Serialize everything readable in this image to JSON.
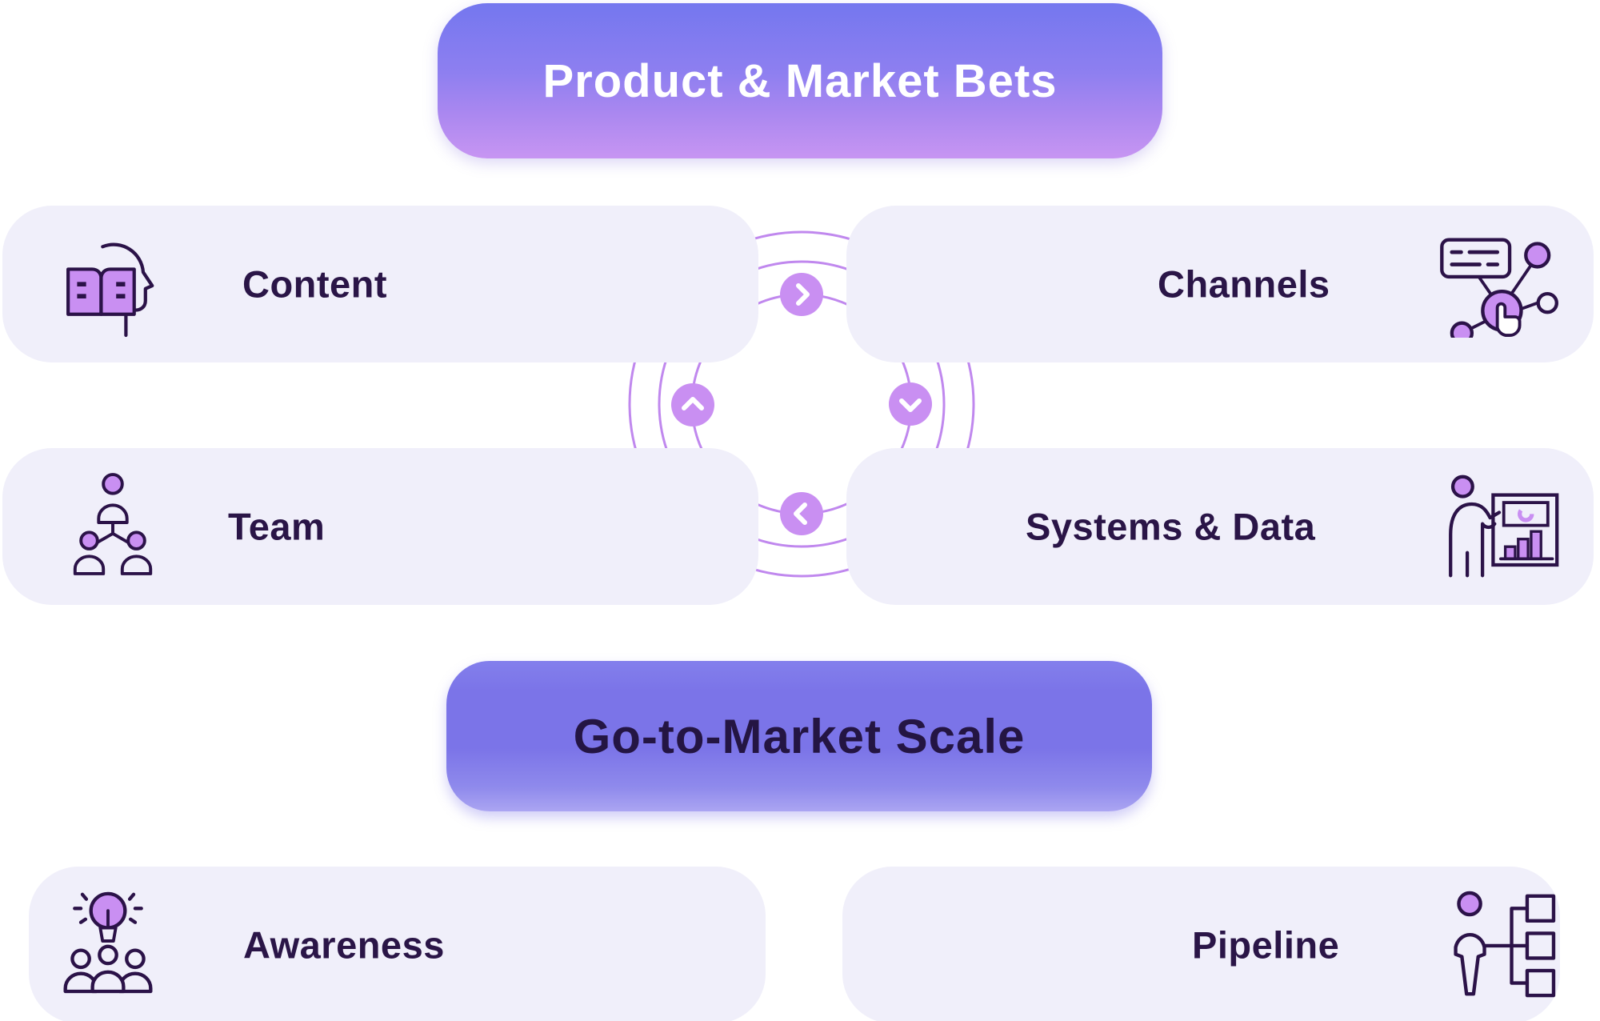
{
  "banners": {
    "top": {
      "label": "Product & Market Bets"
    },
    "middle": {
      "label": "Go-to-Market Scale"
    }
  },
  "cards": [
    {
      "id": "content",
      "label": "Content",
      "icon": "head-with-open-book-icon"
    },
    {
      "id": "channels",
      "label": "Channels",
      "icon": "network-click-icon"
    },
    {
      "id": "team",
      "label": "Team",
      "icon": "org-chart-people-icon"
    },
    {
      "id": "systems",
      "label": "Systems & Data",
      "icon": "presenter-chart-board-icon"
    },
    {
      "id": "awareness",
      "label": "Awareness",
      "icon": "lightbulb-audience-icon"
    },
    {
      "id": "pipeline",
      "label": "Pipeline",
      "icon": "lead-routing-icon"
    }
  ],
  "flow": {
    "rings": 3,
    "arrows": [
      {
        "position": "top",
        "direction": "right"
      },
      {
        "position": "left",
        "direction": "up"
      },
      {
        "position": "right",
        "direction": "down"
      },
      {
        "position": "bottom",
        "direction": "left"
      }
    ]
  },
  "colors": {
    "card_background": "#F0EFFA",
    "label_text": "#2A1547",
    "icon_outline": "#2B1248",
    "icon_fill": "#C98FF2",
    "ring": "#C088EE",
    "arrow_circle": "#C98FF2",
    "banner_top_gradient_start": "#7477EF",
    "banner_top_gradient_end": "#C795F2",
    "banner_top_text": "#FFFFFF",
    "banner_mid_fill": "#7B74E8",
    "banner_mid_text": "#241543"
  }
}
